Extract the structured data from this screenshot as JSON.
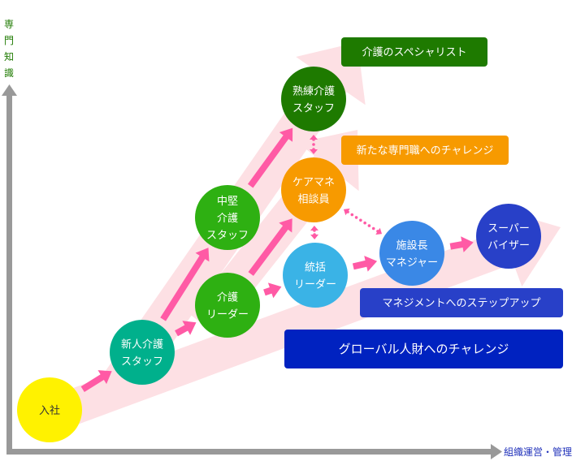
{
  "axes": {
    "y_label": [
      "専",
      "門",
      "知",
      "識"
    ],
    "x_label": "組織運営・管理",
    "axis_color": "#999999",
    "y_label_color": "#1e7a00",
    "x_label_color": "#2233bb"
  },
  "colors": {
    "band": "#fde0e4",
    "arrow": "#ff5aa5"
  },
  "nodes": [
    {
      "id": "nyusha",
      "lines": [
        "入社"
      ],
      "color": "#fff200",
      "dark_text": true
    },
    {
      "id": "shinjin",
      "lines": [
        "新人介護",
        "スタッフ"
      ],
      "color": "#00b08c"
    },
    {
      "id": "chuken",
      "lines": [
        "中堅",
        "介護",
        "スタッフ"
      ],
      "color": "#2eb012"
    },
    {
      "id": "kaigo-leader",
      "lines": [
        "介護",
        "リーダー"
      ],
      "color": "#2eb012"
    },
    {
      "id": "jukuren",
      "lines": [
        "熟練介護",
        "スタッフ"
      ],
      "color": "#1e7a00"
    },
    {
      "id": "caremane",
      "lines": [
        "ケアマネ",
        "相談員"
      ],
      "color": "#f79a00"
    },
    {
      "id": "tokatsu",
      "lines": [
        "統括",
        "リーダー"
      ],
      "color": "#3ab3e6"
    },
    {
      "id": "shisetsucho",
      "lines": [
        "施設長",
        "マネジャー"
      ],
      "color": "#3a88e6"
    },
    {
      "id": "supervisor",
      "lines": [
        "スーパー",
        "バイザー"
      ],
      "color": "#2840c8"
    }
  ],
  "labels": [
    {
      "id": "specialist",
      "text": "介護のスペシャリスト",
      "color": "#1e7a00"
    },
    {
      "id": "new-specialty",
      "text": "新たな専門職へのチャレンジ",
      "color": "#f79a00"
    },
    {
      "id": "management",
      "text": "マネジメントへのステップアップ",
      "color": "#2840c8"
    },
    {
      "id": "global",
      "text": "グローバル人財へのチャレンジ",
      "color": "#0022c0"
    }
  ],
  "connections": [
    {
      "from": "nyusha",
      "to": "shinjin",
      "style": "solid"
    },
    {
      "from": "shinjin",
      "to": "chuken",
      "style": "solid"
    },
    {
      "from": "shinjin",
      "to": "kaigo-leader",
      "style": "solid"
    },
    {
      "from": "chuken",
      "to": "jukuren",
      "style": "solid"
    },
    {
      "from": "kaigo-leader",
      "to": "caremane",
      "style": "solid"
    },
    {
      "from": "kaigo-leader",
      "to": "tokatsu",
      "style": "solid"
    },
    {
      "from": "tokatsu",
      "to": "shisetsucho",
      "style": "solid"
    },
    {
      "from": "shisetsucho",
      "to": "supervisor",
      "style": "solid"
    },
    {
      "from": "jukuren",
      "to": "caremane",
      "style": "dotted-both"
    },
    {
      "from": "caremane",
      "to": "tokatsu",
      "style": "dotted-both"
    },
    {
      "from": "caremane",
      "to": "shisetsucho",
      "style": "dotted-both"
    }
  ]
}
